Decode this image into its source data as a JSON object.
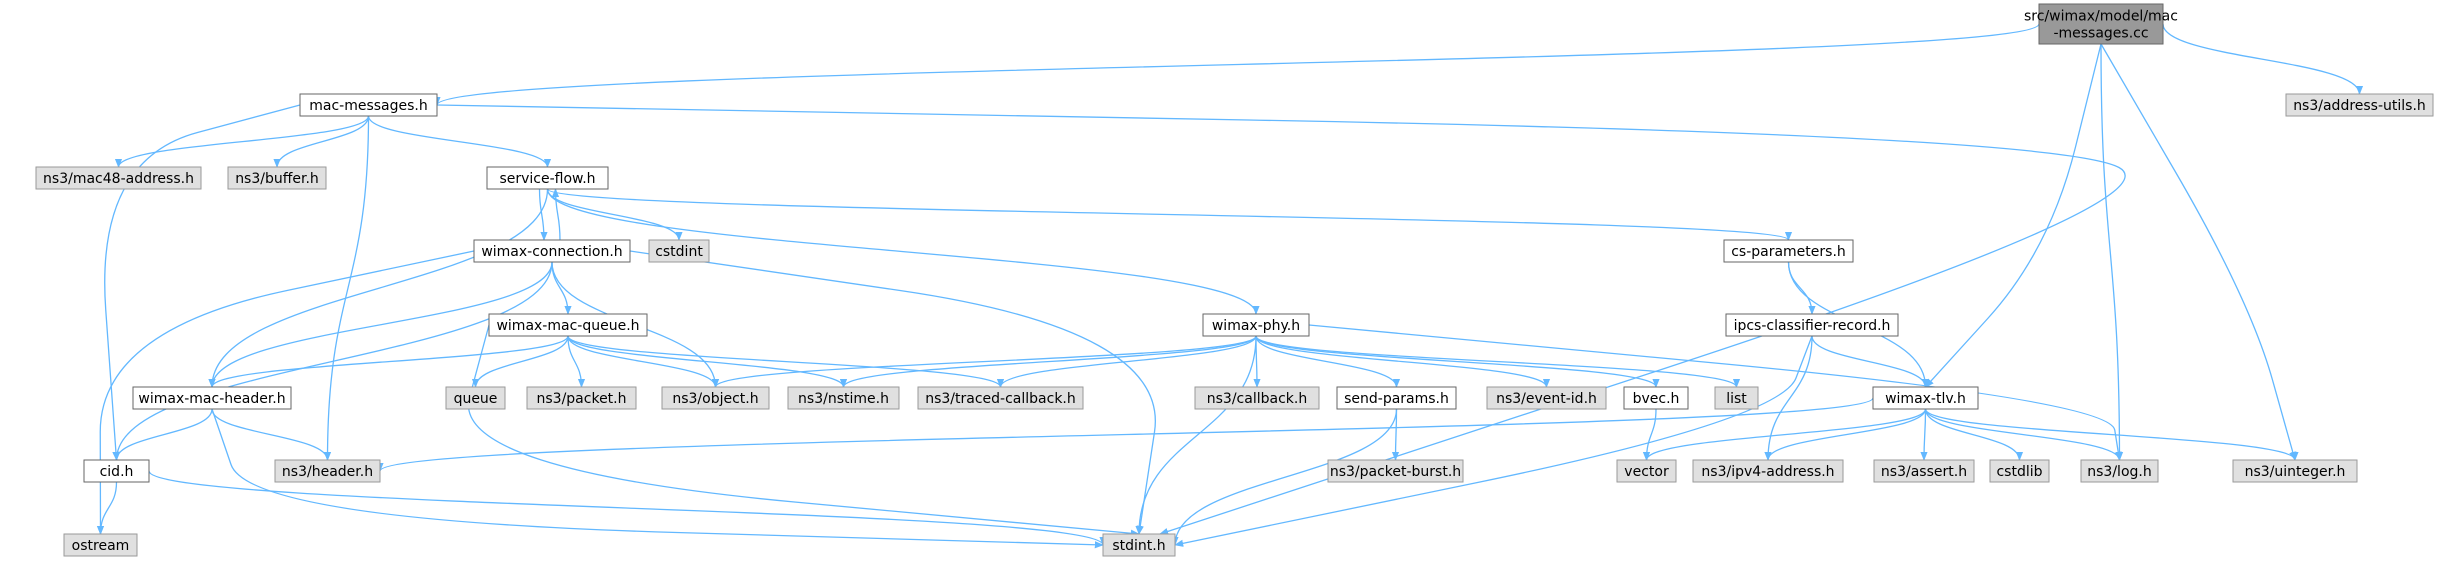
{
  "graph": {
    "colors": {
      "root_fill": "#999999",
      "root_stroke": "#666666",
      "node_fill": "#ffffff",
      "node_stroke": "#666666",
      "external_fill": "#e0e0e0",
      "external_stroke": "#999999",
      "edge": "#63b8ff"
    },
    "nodes": [
      {
        "id": "root",
        "label": "src/wimax/model/mac\n-messages.cc",
        "kind": "root"
      },
      {
        "id": "mac_messages",
        "label": "mac-messages.h",
        "kind": "node"
      },
      {
        "id": "address_utils",
        "label": "ns3/address-utils.h",
        "kind": "external"
      },
      {
        "id": "mac48",
        "label": "ns3/mac48-address.h",
        "kind": "external"
      },
      {
        "id": "buffer",
        "label": "ns3/buffer.h",
        "kind": "external"
      },
      {
        "id": "service_flow",
        "label": "service-flow.h",
        "kind": "node"
      },
      {
        "id": "cstdint",
        "label": "cstdint",
        "kind": "external"
      },
      {
        "id": "wimax_connection",
        "label": "wimax-connection.h",
        "kind": "node"
      },
      {
        "id": "cs_parameters",
        "label": "cs-parameters.h",
        "kind": "node"
      },
      {
        "id": "ipcs",
        "label": "ipcs-classifier-record.h",
        "kind": "node"
      },
      {
        "id": "wimax_mac_queue",
        "label": "wimax-mac-queue.h",
        "kind": "node"
      },
      {
        "id": "wimax_phy",
        "label": "wimax-phy.h",
        "kind": "node"
      },
      {
        "id": "wimax_mac_header",
        "label": "wimax-mac-header.h",
        "kind": "node"
      },
      {
        "id": "queue",
        "label": "queue",
        "kind": "external"
      },
      {
        "id": "packet",
        "label": "ns3/packet.h",
        "kind": "external"
      },
      {
        "id": "object",
        "label": "ns3/object.h",
        "kind": "external"
      },
      {
        "id": "nstime",
        "label": "ns3/nstime.h",
        "kind": "external"
      },
      {
        "id": "traced_cb",
        "label": "ns3/traced-callback.h",
        "kind": "external"
      },
      {
        "id": "callback",
        "label": "ns3/callback.h",
        "kind": "external"
      },
      {
        "id": "send_params",
        "label": "send-params.h",
        "kind": "node"
      },
      {
        "id": "event_id",
        "label": "ns3/event-id.h",
        "kind": "external"
      },
      {
        "id": "bvec",
        "label": "bvec.h",
        "kind": "node"
      },
      {
        "id": "list",
        "label": "list",
        "kind": "external"
      },
      {
        "id": "wimax_tlv",
        "label": "wimax-tlv.h",
        "kind": "node"
      },
      {
        "id": "cid",
        "label": "cid.h",
        "kind": "node"
      },
      {
        "id": "header",
        "label": "ns3/header.h",
        "kind": "external"
      },
      {
        "id": "packet_burst",
        "label": "ns3/packet-burst.h",
        "kind": "external"
      },
      {
        "id": "vector",
        "label": "vector",
        "kind": "external"
      },
      {
        "id": "ipv4",
        "label": "ns3/ipv4-address.h",
        "kind": "external"
      },
      {
        "id": "assert",
        "label": "ns3/assert.h",
        "kind": "external"
      },
      {
        "id": "cstdlib",
        "label": "cstdlib",
        "kind": "external"
      },
      {
        "id": "log",
        "label": "ns3/log.h",
        "kind": "external"
      },
      {
        "id": "uinteger",
        "label": "ns3/uinteger.h",
        "kind": "external"
      },
      {
        "id": "ostream",
        "label": "ostream",
        "kind": "external"
      },
      {
        "id": "stdint",
        "label": "stdint.h",
        "kind": "external"
      }
    ],
    "edges": [
      [
        "root",
        "mac_messages"
      ],
      [
        "root",
        "address_utils"
      ],
      [
        "root",
        "wimax_tlv"
      ],
      [
        "root",
        "log"
      ],
      [
        "root",
        "uinteger"
      ],
      [
        "mac_messages",
        "mac48"
      ],
      [
        "mac_messages",
        "buffer"
      ],
      [
        "mac_messages",
        "service_flow"
      ],
      [
        "mac_messages",
        "stdint"
      ],
      [
        "mac_messages",
        "cid"
      ],
      [
        "mac_messages",
        "header"
      ],
      [
        "service_flow",
        "wimax_connection"
      ],
      [
        "wimax_connection",
        "service_flow"
      ],
      [
        "service_flow",
        "cstdint"
      ],
      [
        "service_flow",
        "cs_parameters"
      ],
      [
        "service_flow",
        "wimax_phy"
      ],
      [
        "service_flow",
        "wimax_mac_header"
      ],
      [
        "wimax_connection",
        "wimax_mac_queue"
      ],
      [
        "wimax_connection",
        "object"
      ],
      [
        "wimax_connection",
        "wimax_mac_header"
      ],
      [
        "wimax_connection",
        "cid"
      ],
      [
        "wimax_connection",
        "ostream"
      ],
      [
        "wimax_connection",
        "stdint"
      ],
      [
        "cs_parameters",
        "ipcs"
      ],
      [
        "cs_parameters",
        "wimax_tlv"
      ],
      [
        "ipcs",
        "wimax_tlv"
      ],
      [
        "ipcs",
        "ipv4"
      ],
      [
        "ipcs",
        "stdint"
      ],
      [
        "wimax_mac_queue",
        "wimax_mac_header"
      ],
      [
        "wimax_mac_queue",
        "queue"
      ],
      [
        "wimax_mac_queue",
        "packet"
      ],
      [
        "wimax_mac_queue",
        "object"
      ],
      [
        "wimax_mac_queue",
        "nstime"
      ],
      [
        "wimax_mac_queue",
        "traced_cb"
      ],
      [
        "wimax_mac_queue",
        "stdint"
      ],
      [
        "wimax_phy",
        "object"
      ],
      [
        "wimax_phy",
        "nstime"
      ],
      [
        "wimax_phy",
        "traced_cb"
      ],
      [
        "wimax_phy",
        "callback"
      ],
      [
        "wimax_phy",
        "send_params"
      ],
      [
        "wimax_phy",
        "event_id"
      ],
      [
        "wimax_phy",
        "bvec"
      ],
      [
        "wimax_phy",
        "list"
      ],
      [
        "wimax_phy",
        "log"
      ],
      [
        "wimax_phy",
        "stdint"
      ],
      [
        "wimax_mac_header",
        "cid"
      ],
      [
        "wimax_mac_header",
        "header"
      ],
      [
        "wimax_mac_header",
        "stdint"
      ],
      [
        "send_params",
        "packet_burst"
      ],
      [
        "send_params",
        "stdint"
      ],
      [
        "bvec",
        "vector"
      ],
      [
        "wimax_tlv",
        "header"
      ],
      [
        "wimax_tlv",
        "vector"
      ],
      [
        "wimax_tlv",
        "ipv4"
      ],
      [
        "wimax_tlv",
        "assert"
      ],
      [
        "wimax_tlv",
        "cstdlib"
      ],
      [
        "wimax_tlv",
        "log"
      ],
      [
        "wimax_tlv",
        "uinteger"
      ],
      [
        "cid",
        "ostream"
      ],
      [
        "cid",
        "stdint"
      ]
    ]
  }
}
